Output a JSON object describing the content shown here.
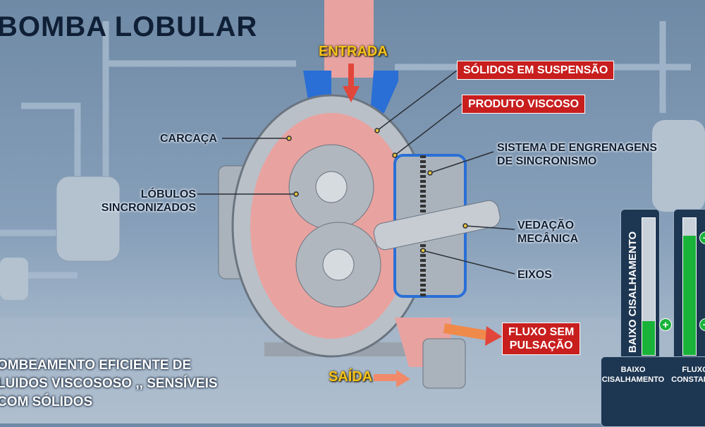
{
  "title": "BOMBA LOBULAR",
  "labels": {
    "entrada": "ENTRADA",
    "saida": "SAÍDA",
    "solidos": "SÓLIDOS EM SUSPENSÃO",
    "produto": "PRODUTO VISCOSO",
    "carcaca": "CARCAÇA",
    "lobulos_1": "LÓBULOS",
    "lobulos_2": "SINCRONIZADOS",
    "sistema_1": "SISTEMA DE ENGRENAGENS",
    "sistema_2": "DE SINCRONISMO",
    "vedacao_1": "VEDAÇÃO",
    "vedacao_2": "MECÂNICA",
    "eixos": "EIXOS",
    "fluxo_1": "FLUXO SEM",
    "fluxo_2": "PULSAÇÃO"
  },
  "bottom_text": [
    "OMBEAMENTO EFICIENTE DE",
    "LUIDOS VISCOSOSO ,, SENSÍVEIS",
    "COM SÓLIDOS"
  ],
  "panel": {
    "gauge1": {
      "vertical_label": "BAIXO CISALHAMENTO",
      "label_1": "BAIXO",
      "label_2": "CISALHAMENTO",
      "level": 0.25
    },
    "gauge2": {
      "label_1": "FLUXO",
      "label_2": "CONSTANTE",
      "level": 0.87
    },
    "plus_symbol": "+"
  },
  "colors": {
    "red_label": "#c81e1e",
    "yellow_label": "#f6c31a",
    "gauge_green": "#19b33a",
    "fluid": "#e8a3a0",
    "casing": "#b9c0c8",
    "inlet_blue": "#2a6fd6"
  }
}
